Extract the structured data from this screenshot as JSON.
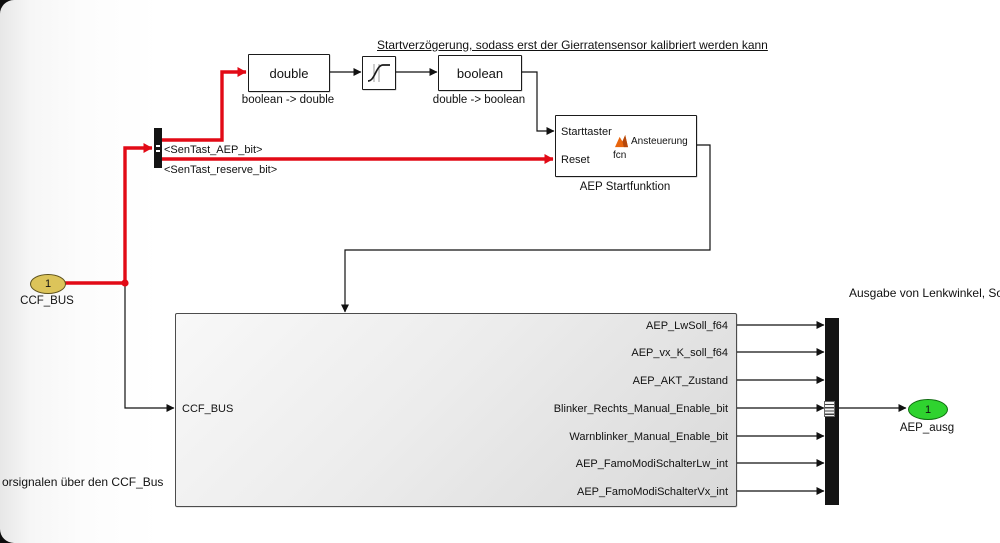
{
  "canvas": {
    "annotation_top": "Startverzögerung, sodass erst der Gierratensensor kalibriert werden kann",
    "annotation_top_right": "Ausgabe von Lenkwinkel, Sollg",
    "annotation_bottom_left": "orsignalen über den CCF_Bus"
  },
  "blocks": {
    "double_block": {
      "label": "double",
      "caption": "boolean -> double"
    },
    "rate_block": {
      "icon": "step-response-curve-icon"
    },
    "boolean_block": {
      "label": "boolean",
      "caption": "double -> boolean"
    },
    "start_block": {
      "port_in_1": "Starttaster",
      "port_in_2": "Reset",
      "fcn_title": "Ansteuerung",
      "fcn_sub": "fcn",
      "caption": "AEP Startfunktion"
    },
    "subsystem": {
      "input_port": "CCF_BUS",
      "outputs": [
        "AEP_LwSoll_f64",
        "AEP_vx_K_soll_f64",
        "AEP_AKT_Zustand",
        "Blinker_Rechts_Manual_Enable_bit",
        "Warnblinker_Manual_Enable_bit",
        "AEP_FamoModiSchalterLw_int",
        "AEP_FamoModiSchalterVx_int"
      ]
    }
  },
  "ports": {
    "input": {
      "number": "1",
      "label": "CCF_BUS",
      "fill": "#dcc45a"
    },
    "output": {
      "number": "1",
      "label": "AEP_ausg",
      "fill": "#2fd32f"
    }
  },
  "signals": {
    "label_1": "<SenTast_AEP_bit>",
    "label_2": "<SenTast_reserve_bit>",
    "highlight_color": "#e20a16"
  }
}
